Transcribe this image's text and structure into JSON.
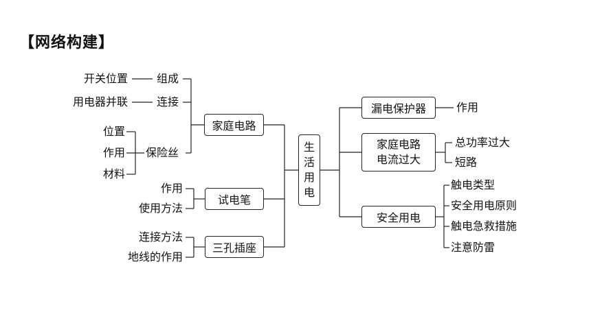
{
  "heading": "【网络构建】",
  "center": "生活用电",
  "left": {
    "circuit": {
      "label": "家庭电路",
      "groups": [
        {
          "label": "组成",
          "item": "开关位置"
        },
        {
          "label": "连接",
          "item": "用电器并联"
        },
        {
          "label": "保险丝",
          "items": [
            "位置",
            "作用",
            "材料"
          ]
        }
      ]
    },
    "tester": {
      "label": "试电笔",
      "items": [
        "作用",
        "使用方法"
      ]
    },
    "socket": {
      "label": "三孔插座",
      "items": [
        "连接方法",
        "地线的作用"
      ]
    }
  },
  "right": {
    "leakage": {
      "label": "漏电保护器",
      "item": "作用"
    },
    "overcurrent": {
      "label_line1": "家庭电路",
      "label_line2": "电流过大",
      "items": [
        "总功率过大",
        "短路"
      ]
    },
    "safety": {
      "label": "安全用电",
      "items": [
        "触电类型",
        "安全用电原则",
        "触电急救措施",
        "注意防雷"
      ]
    }
  }
}
